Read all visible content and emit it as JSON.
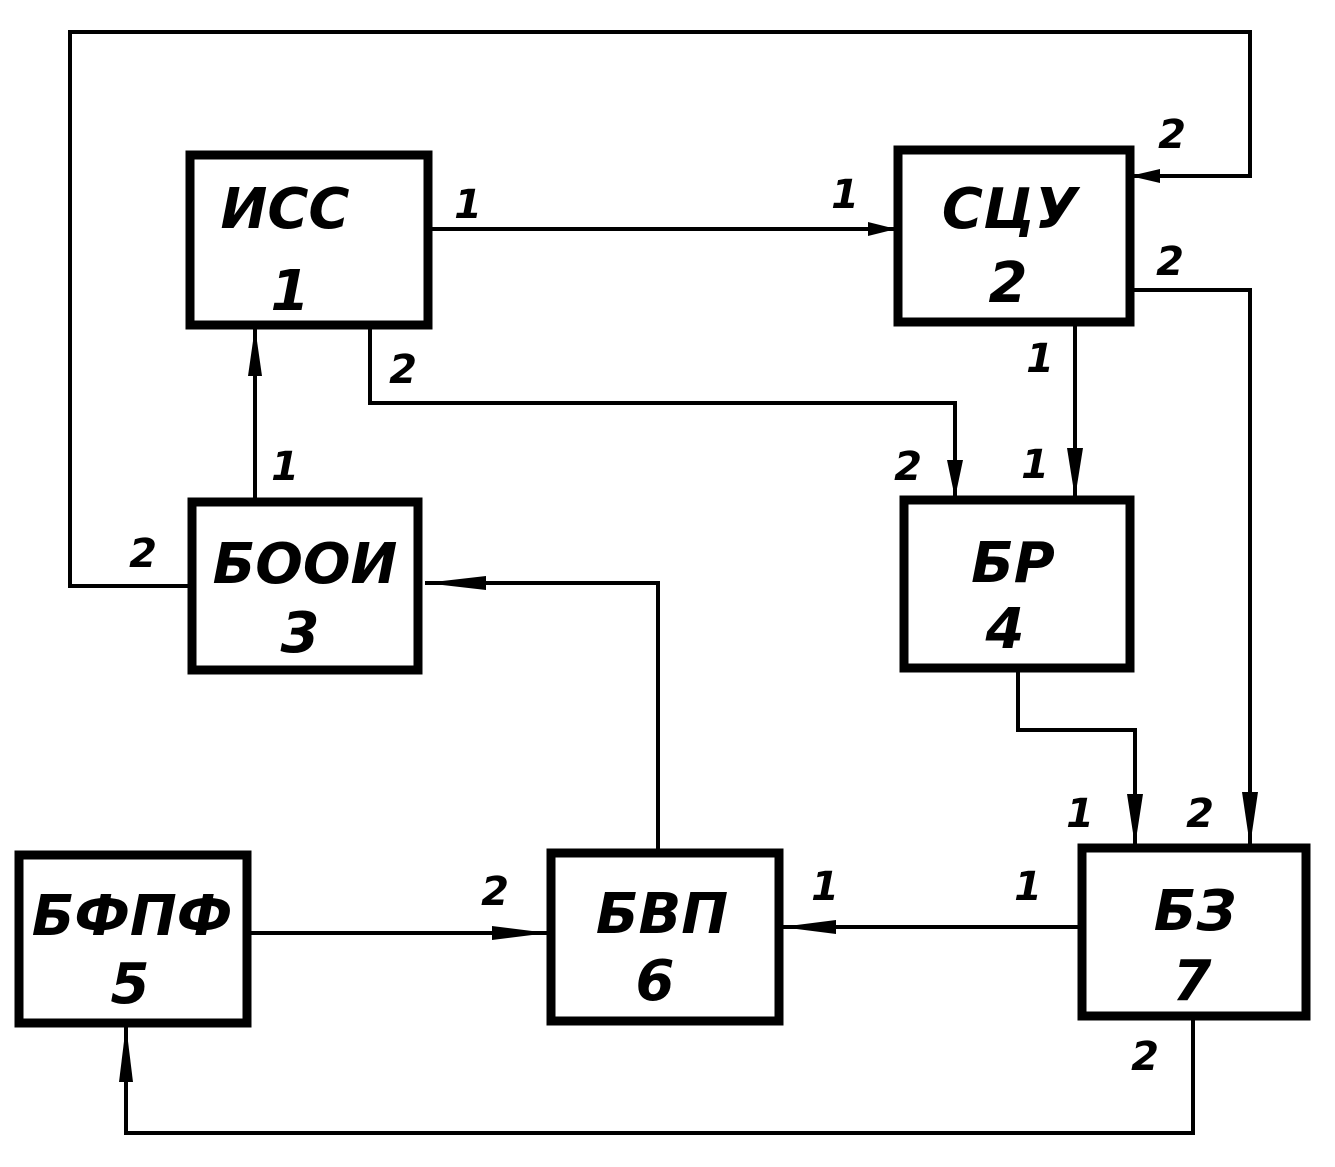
{
  "blocks": [
    {
      "id": "iss",
      "name": "ИСС",
      "number": "1"
    },
    {
      "id": "scu",
      "name": "СЦУ",
      "number": "2"
    },
    {
      "id": "booi",
      "name": "БООИ",
      "number": "3"
    },
    {
      "id": "br",
      "name": "БР",
      "number": "4"
    },
    {
      "id": "bfpf",
      "name": "БФПФ",
      "number": "5"
    },
    {
      "id": "bvp",
      "name": "БВП",
      "number": "6"
    },
    {
      "id": "bz",
      "name": "БЗ",
      "number": "7"
    }
  ],
  "port_labels": {
    "iss_out1": "1",
    "scu_in1": "1",
    "scu_in2": "2",
    "scu_out2": "2",
    "iss_out2": "2",
    "scu_out1": "1",
    "br_in2": "2",
    "br_in1": "1",
    "booi_out1": "1",
    "booi_out2": "2",
    "bz_in1": "1",
    "bz_in2": "2",
    "bvp_in2": "2",
    "bvp_in1": "1",
    "bz_out1": "1",
    "bz_out2": "2"
  },
  "colors": {
    "ink": "#000000",
    "paper": "#ffffff"
  }
}
